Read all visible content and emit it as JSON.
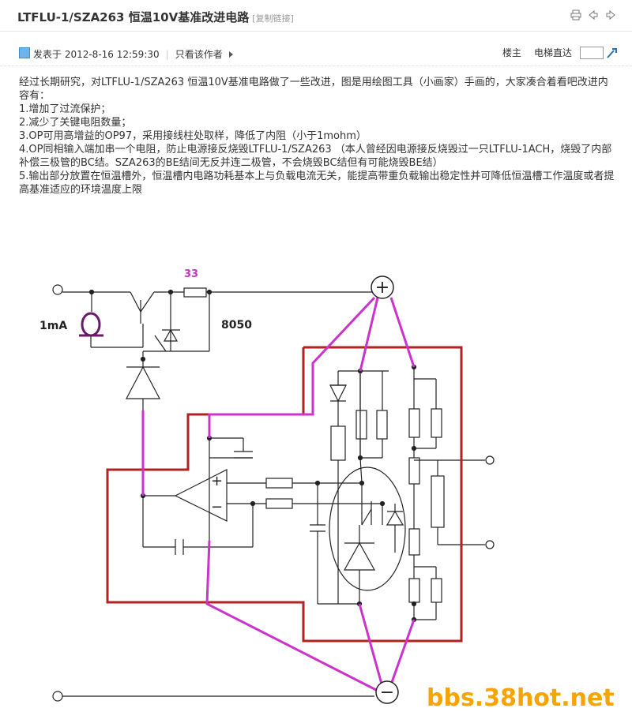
{
  "post": {
    "title": "LTFLU-1/SZA263 恒温10V基准改进电路",
    "copy_link": "[复制链接]"
  },
  "toolbar_icons": [
    "print-icon",
    "prev-icon",
    "next-icon"
  ],
  "meta": {
    "posted_at": "发表于 2012-8-16 12:59:30",
    "only_author": "只看该作者",
    "floor_owner": "楼主",
    "floor_jump": "电梯直达",
    "floor_input_value": ""
  },
  "content": {
    "paragraphs": [
      "经过长期研究，对LTFLU-1/SZA263 恒温10V基准电路做了一些改进，图是用绘图工具（小画家）手画的，大家凑合着看吧改进内容有：",
      "1.增加了过流保护；",
      "2.减少了关键电阻数量；",
      "3.OP可用高增益的OP97，采用接线柱处取样，降低了内阻（小于1mohm）",
      "4.OP同相输入端加串一个电阻，防止电源接反烧毁LTFLU-1/SZA263 （本人曾经因电源接反烧毁过一只LTFLU-1ACH，烧毁了内部补偿三极管的BC结。SZA263的BE结间无反并连二极管，不会烧毁BC结但有可能烧毁BE结）",
      "5.输出部分放置在恒温槽外，恒温槽内电路功耗基本上与负载电流无关，能提高带重负载输出稳定性并可降低恒温槽工作温度或者提高基准适应的环境温度上限"
    ]
  },
  "diagram": {
    "resistor_label": "33",
    "current_label": "1mA",
    "transistor_label": "8050",
    "plus_symbol": "+",
    "minus_symbol": "−",
    "colors": {
      "oven_boundary": "#b22222",
      "sense_wires": "#cc33cc",
      "circuit": "#222222",
      "resistor_label": "#cc33cc"
    }
  },
  "watermark": "bbs.38hot.net"
}
